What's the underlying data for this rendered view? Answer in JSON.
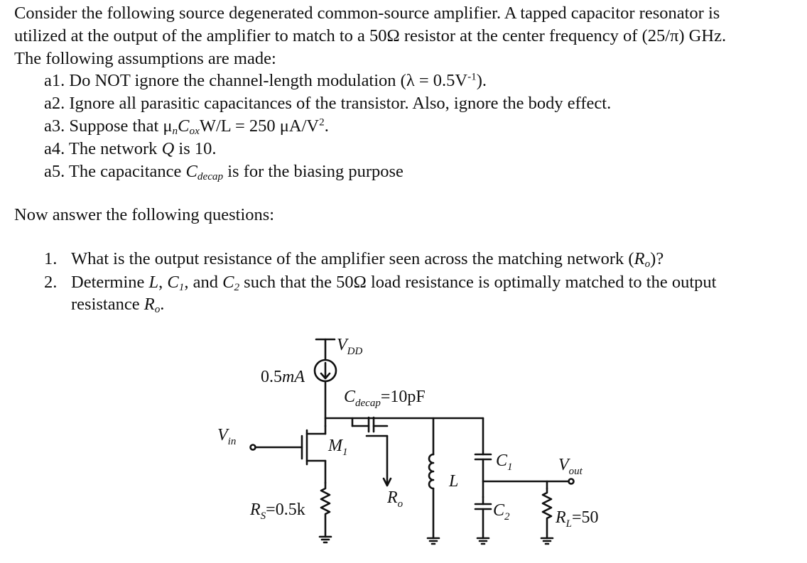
{
  "intro": {
    "line1": "Consider the following source degenerated common-source amplifier. A tapped capacitor resonator is",
    "line2": "utilized at the output of the amplifier to match to a 50Ω resistor at the center frequency of (25/π) GHz.",
    "line3": "The following assumptions are made:"
  },
  "assumptions": {
    "a1_prefix": "a1. Do NOT ignore the channel-length modulation (λ = 0.5V",
    "a1_exp": "-1",
    "a1_suffix": ").",
    "a2": "a2. Ignore all parasitic capacitances of the transistor. Also, ignore the body effect.",
    "a3_prefix": "a3. Suppose that μ",
    "a3_sub_n": "n",
    "a3_C": "C",
    "a3_sub_ox": "ox",
    "a3_suffix": "W/L = 250 μA/V",
    "a3_exp": "2",
    "a3_end": ".",
    "a4_prefix": "a4. The network ",
    "a4_Q": "Q",
    "a4_suffix": " is 10.",
    "a5_prefix": "a5. The capacitance ",
    "a5_C": "C",
    "a5_sub": "decap",
    "a5_suffix": " is for the biasing purpose"
  },
  "questions_intro": "Now answer the following questions:",
  "questions": {
    "q1_num": "1.",
    "q1_text": "What is the output resistance of the amplifier seen across the matching network (",
    "q1_R": "R",
    "q1_sub": "o",
    "q1_end": ")?",
    "q2_num": "2.",
    "q2_text": "Determine ",
    "q2_L": "L",
    "q2_c": ", ",
    "q2_C1": "C",
    "q2_C1sub": "1",
    "q2_and": ", and ",
    "q2_C2": "C",
    "q2_C2sub": "2",
    "q2_rest": " such that the 50Ω load resistance is optimally matched to the output",
    "q2_line2": "resistance ",
    "q2_R": "R",
    "q2_Rsub": "o",
    "q2_end": "."
  },
  "circuit": {
    "vdd_V": "V",
    "vdd_sub": "DD",
    "current": "0.5mA",
    "cdecap_C": "C",
    "cdecap_sub": "decap",
    "cdecap_val": "=10pF",
    "vin_V": "V",
    "vin_sub": "in",
    "m1_M": "M",
    "m1_sub": "1",
    "rs_R": "R",
    "rs_sub": "S",
    "rs_val": "=0.5k",
    "ro_R": "R",
    "ro_sub": "o",
    "l_label": "L",
    "c1_C": "C",
    "c1_sub": "1",
    "c2_C": "C",
    "c2_sub": "2",
    "vout_V": "V",
    "vout_sub": "out",
    "rl_R": "R",
    "rl_sub": "L",
    "rl_val": "=50"
  }
}
